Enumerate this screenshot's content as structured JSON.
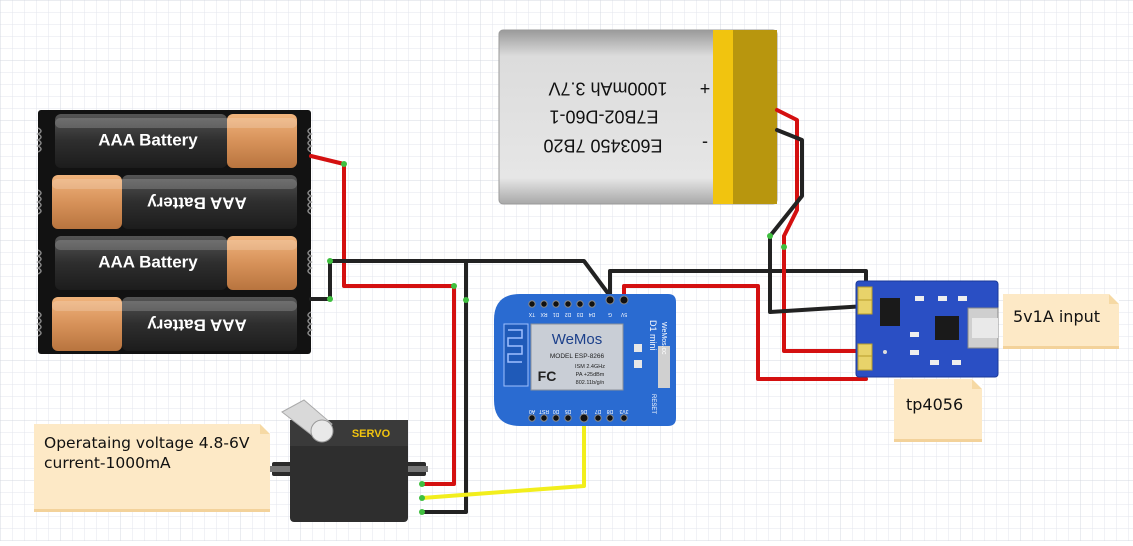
{
  "batteries": {
    "label": "AAA Battery",
    "cells": [
      {
        "label": "AAA Battery"
      },
      {
        "label": "AAA Battery"
      },
      {
        "label": "AAA Battery"
      },
      {
        "label": "AAA Battery"
      }
    ]
  },
  "lipo": {
    "line1": "1000mAh 3.7V",
    "line2": "E7B02-D60-1",
    "line3": "E603450 7B20",
    "plus": "+",
    "minus": "-"
  },
  "d1mini": {
    "brand": "WeMos",
    "title": "D1 mini",
    "subtitle": "WeMos.cc",
    "model": "MODEL ESP-8266",
    "fcc": "FC",
    "ism": "ISM 2.4GHz",
    "pa": "PA +25dBm",
    "wifi": "802.11b/g/n",
    "reset": "RESET",
    "top_pins": [
      "TX",
      "RX",
      "D1",
      "D2",
      "D3",
      "D4",
      "G",
      "5V"
    ],
    "bottom_pins": [
      "A0",
      "RST",
      "D0",
      "D5",
      "D6",
      "D7",
      "D8",
      "3V3"
    ]
  },
  "servo": {
    "label": "SERVO"
  },
  "notes": {
    "servo_line1": "Operataing voltage 4.8-6V",
    "servo_line2": "current-1000mA",
    "input": "5v1A input",
    "tp4056": "tp4056"
  },
  "colors": {
    "wire_red": "#d41010",
    "wire_black": "#222222",
    "wire_yellow": "#f2ee1c",
    "board_blue": "#2a6bd1",
    "module_blue": "#2a4fc4",
    "note_bg": "#fde9c6"
  }
}
